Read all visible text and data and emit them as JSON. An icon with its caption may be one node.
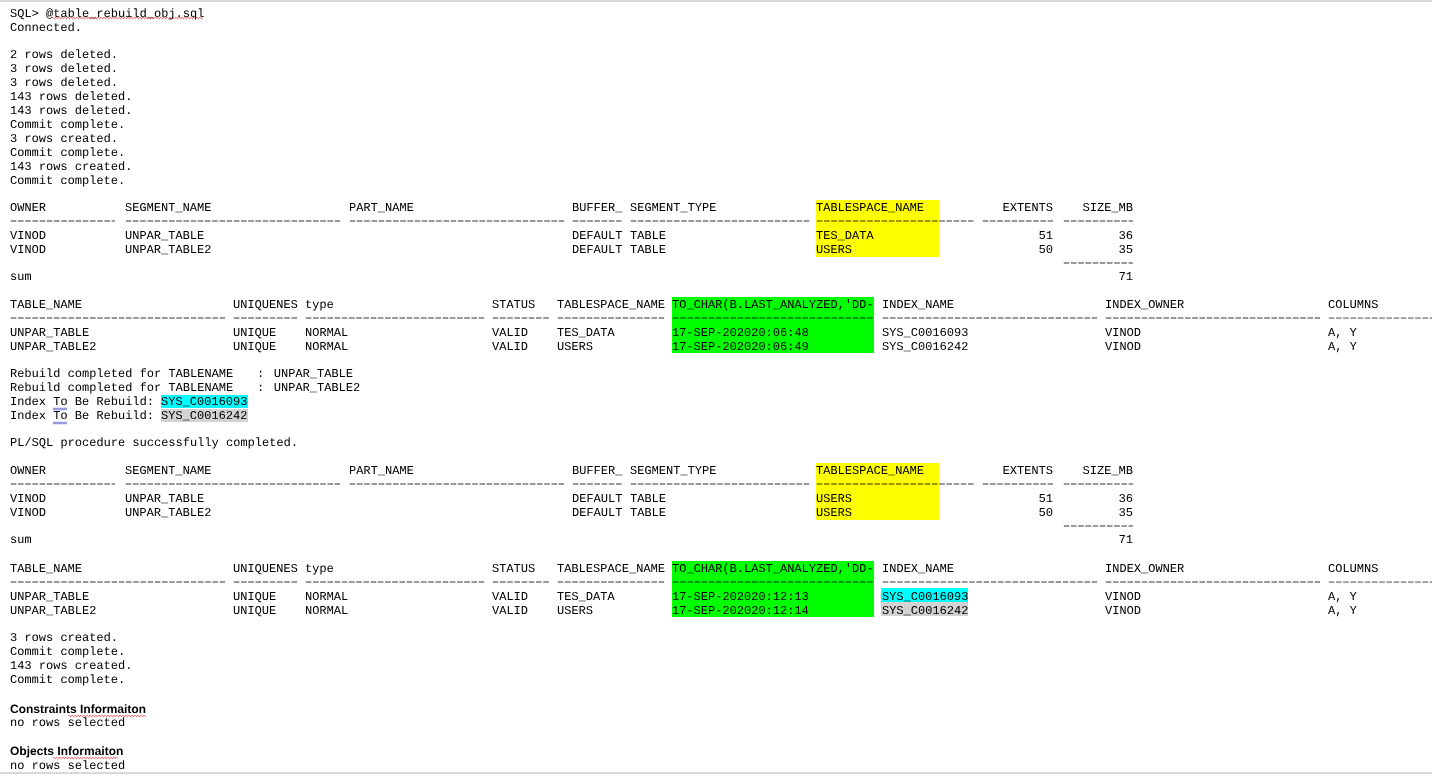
{
  "diagram": {
    "labels": [
      "SQL> @table_rebuild_obj.sql",
      "Connected.",
      "2 rows deleted.",
      "3 rows deleted.",
      "3 rows deleted.",
      "143 rows deleted.",
      "143 rows deleted.",
      "Commit complete.",
      "3 rows created.",
      "Commit complete.",
      "143 rows created.",
      "Commit complete.",
      "OWNER",
      "SEGMENT_NAME",
      "PART_NAME",
      "BUFFER_",
      "SEGMENT_TYPE",
      "TABLESPACE_NAME",
      "EXTENTS",
      "SIZE_MB",
      "VINOD",
      "UNPAR_TABLE",
      "DEFAULT",
      "TABLE",
      "TES_DATA",
      "51",
      "36",
      "VINOD",
      "UNPAR_TABLE2",
      "DEFAULT",
      "TABLE",
      "USERS",
      "50",
      "35",
      "sum",
      "71",
      "TABLE_NAME",
      "UNIQUENES",
      "type",
      "STATUS",
      "TABLESPACE_NAME",
      "TO_CHAR(B.LAST_ANALYZED,'DD-",
      "INDEX_NAME",
      "INDEX_OWNER",
      "COLUMNS",
      "UNPAR_TABLE",
      "UNIQUE",
      "NORMAL",
      "VALID",
      "TES_DATA",
      "17-SEP-202020:06:48",
      "SYS_C0016093",
      "VINOD",
      "A, Y",
      "UNPAR_TABLE2",
      "UNIQUE",
      "NORMAL",
      "VALID",
      "USERS",
      "17-SEP-202020:06:49",
      "SYS_C0016242",
      "VINOD",
      "A, Y",
      "Rebuild completed for TABLENAME",
      ": UNPAR_TABLE",
      "Rebuild completed for TABLENAME",
      ": UNPAR_TABLE2",
      "Index To Be Rebuild:",
      "SYS_C0016093",
      "Index To Be Rebuild:",
      "SYS_C0016242",
      "PL/SQL procedure successfully completed.",
      "OWNER",
      "SEGMENT_NAME",
      "PART_NAME",
      "BUFFER_",
      "SEGMENT_TYPE",
      "TABLESPACE_NAME",
      "EXTENTS",
      "SIZE_MB",
      "VINOD",
      "UNPAR_TABLE",
      "DEFAULT",
      "TABLE",
      "USERS",
      "51",
      "36",
      "VINOD",
      "UNPAR_TABLE2",
      "DEFAULT",
      "TABLE",
      "USERS",
      "50",
      "35",
      "sum",
      "71",
      "TABLE_NAME",
      "UNIQUENES",
      "type",
      "STATUS",
      "TABLESPACE_NAME",
      "TO_CHAR(B.LAST_ANALYZED,'DD-",
      "INDEX_NAME",
      "INDEX_OWNER",
      "COLUMNS",
      "UNPAR_TABLE",
      "UNIQUE",
      "NORMAL",
      "VALID",
      "TES_DATA",
      "17-SEP-202020:12:13",
      "SYS_C0016093",
      "VINOD",
      "A, Y",
      "UNPAR_TABLE2",
      "UNIQUE",
      "NORMAL",
      "VALID",
      "USERS",
      "17-SEP-202020:12:14",
      "SYS_C0016242",
      "VINOD",
      "A, Y",
      "3 rows created.",
      "Commit complete.",
      "143 rows created.",
      "Commit complete.",
      "Constraints Informaiton",
      "no rows selected",
      "Objects Informaiton",
      "no rows selected"
    ]
  }
}
